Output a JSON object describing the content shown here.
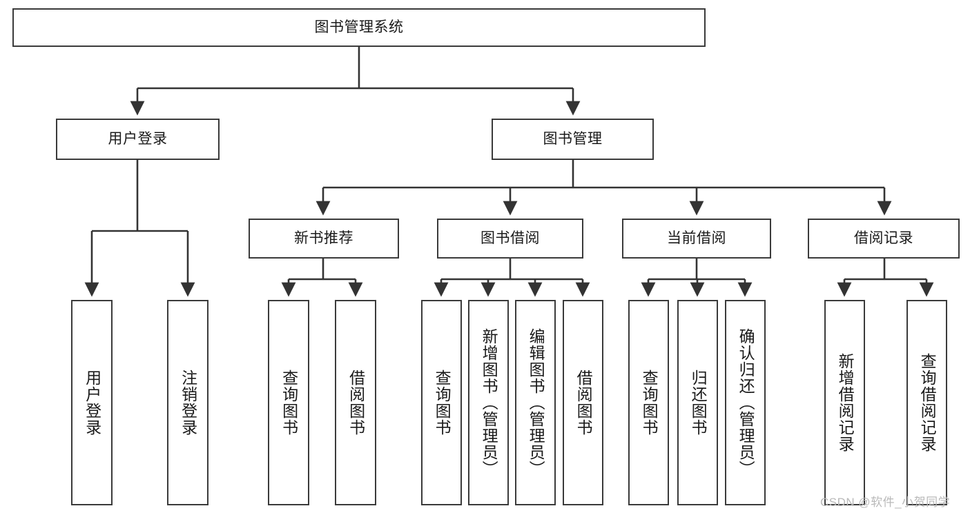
{
  "diagram": {
    "title": "图书管理系统",
    "type": "function-structure-tree",
    "orientation": "top-down",
    "box_fill": "#ffffff",
    "box_stroke": "#3a3a3a",
    "connector_color": "#333333",
    "root": {
      "label": "图书管理系统"
    },
    "level1": [
      {
        "label": "用户登录"
      },
      {
        "label": "图书管理"
      }
    ],
    "level2": [
      {
        "label": "新书推荐"
      },
      {
        "label": "图书借阅"
      },
      {
        "label": "当前借阅"
      },
      {
        "label": "借阅记录"
      }
    ],
    "leaves": {
      "user_login": [
        {
          "label": "用户登录"
        },
        {
          "label": "注销登录"
        }
      ],
      "new_book_recommend": [
        {
          "label": "查询图书"
        },
        {
          "label": "借阅图书"
        }
      ],
      "book_borrow": [
        {
          "label": "查询图书"
        },
        {
          "label": "新增图书（管理员）"
        },
        {
          "label": "编辑图书（管理员）"
        },
        {
          "label": "借阅图书"
        }
      ],
      "current_borrow": [
        {
          "label": "查询图书"
        },
        {
          "label": "归还图书"
        },
        {
          "label": "确认归还（管理员）"
        }
      ],
      "borrow_record": [
        {
          "label": "新增借阅记录"
        },
        {
          "label": "查询借阅记录"
        }
      ]
    },
    "watermark": "CSDN @软件_小贺同学"
  }
}
